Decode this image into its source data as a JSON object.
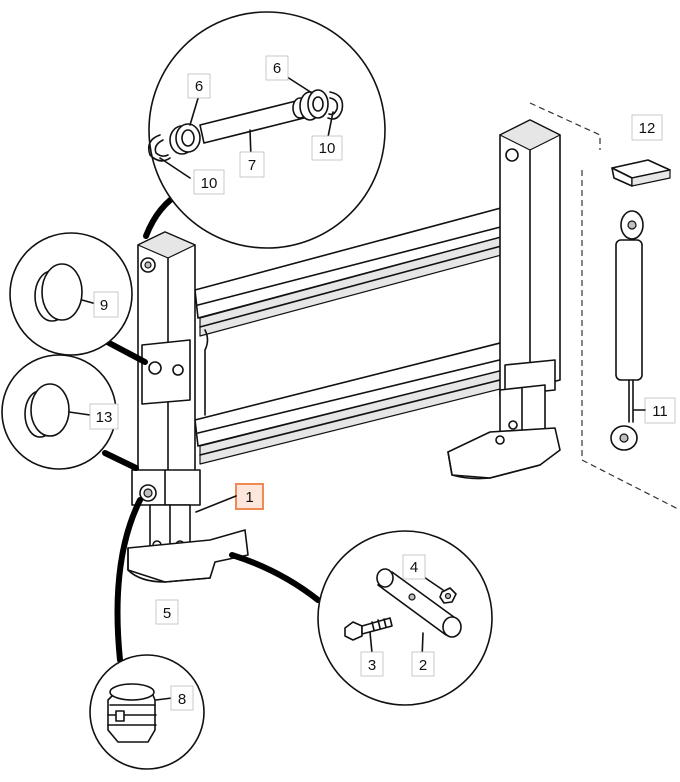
{
  "callouts": {
    "c1": "1",
    "c2": "2",
    "c3": "3",
    "c4": "4",
    "c5": "5",
    "c6a": "6",
    "c6b": "6",
    "c7": "7",
    "c8": "8",
    "c9": "9",
    "c10a": "10",
    "c10b": "10",
    "c11": "11",
    "c12": "12",
    "c13": "13"
  },
  "highlight_color": "#f08a55"
}
